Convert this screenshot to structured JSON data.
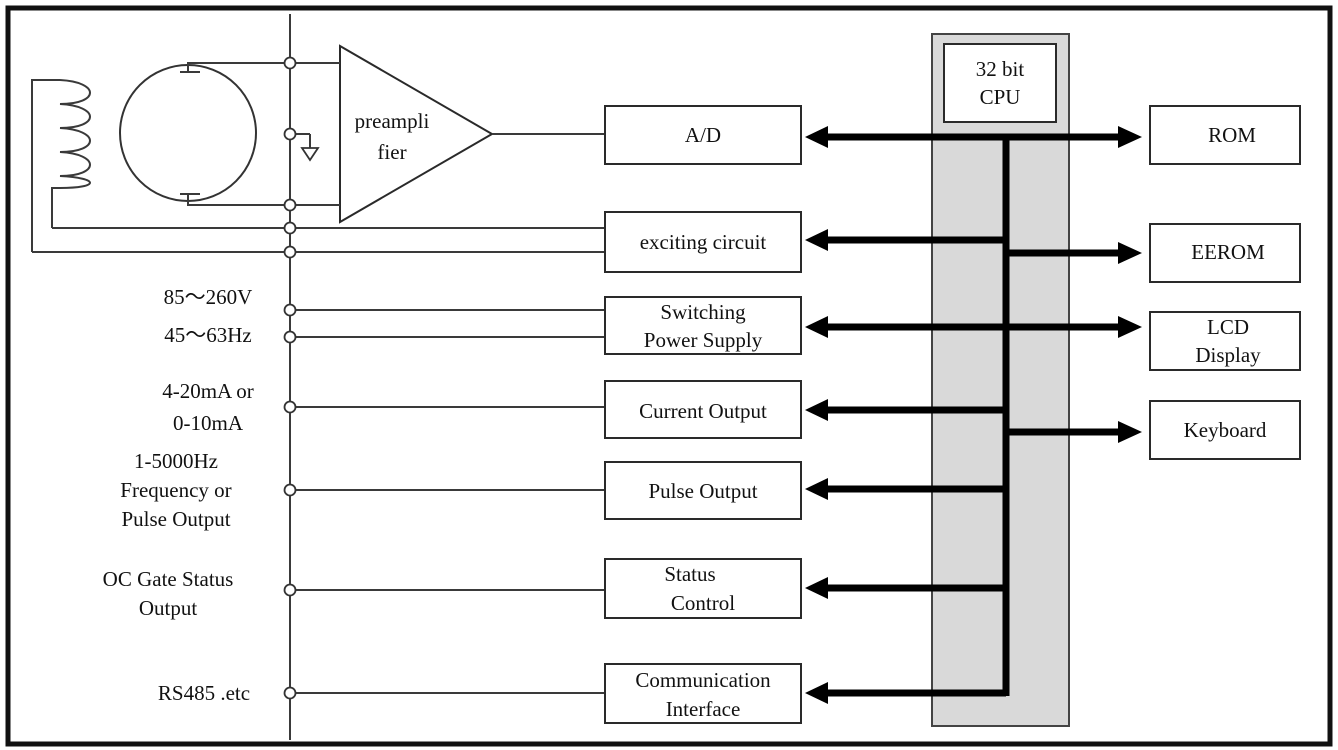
{
  "blocks": {
    "preamplifier_line1": "preampli",
    "preamplifier_line2": "fier",
    "ad": "A/D",
    "exciting": "exciting circuit",
    "power_line1": "Switching",
    "power_line2": "Power Supply",
    "current": "Current Output",
    "pulse": "Pulse Output",
    "status_line1": "Status",
    "status_line2": "Control",
    "comm_line1": "Communication",
    "comm_line2": "Interface",
    "cpu_line1": "32 bit",
    "cpu_line2": "CPU",
    "rom": "ROM",
    "eerom": "EEROM",
    "lcd_line1": "LCD",
    "lcd_line2": "Display",
    "keyboard": "Keyboard"
  },
  "labels": {
    "voltage": "85～260V",
    "frequency": "45～63Hz",
    "current_1": "4-20mA or",
    "current_2": "0-10mA",
    "pulse_1": "1-5000Hz",
    "pulse_2": "Frequency or",
    "pulse_3": "Pulse Output",
    "oc_1": "OC Gate Status",
    "oc_2": "Output",
    "rs485": "RS485 .etc"
  },
  "colors": {
    "cpu_panel": "#d9d9d9",
    "line": "#333333",
    "bus": "#000000"
  }
}
